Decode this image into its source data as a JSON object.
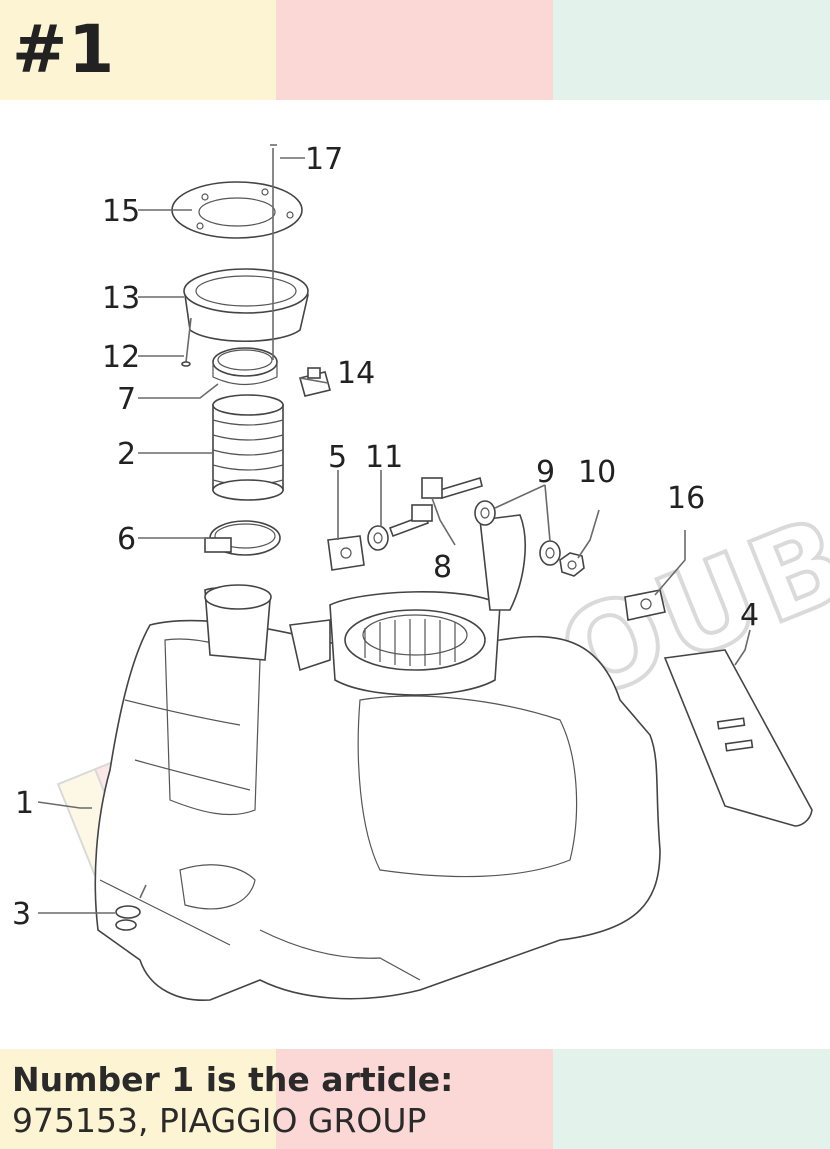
{
  "header": {
    "badge": "#1"
  },
  "watermark": {
    "text": "WINDOUBCIA"
  },
  "callouts": {
    "c1": "1",
    "c2": "2",
    "c3": "3",
    "c4": "4",
    "c5": "5",
    "c6": "6",
    "c7": "7",
    "c8": "8",
    "c9": "9",
    "c10": "10",
    "c11": "11",
    "c12": "12",
    "c13": "13",
    "c14": "14",
    "c15": "15",
    "c16": "16",
    "c17": "17"
  },
  "caption": {
    "title": "Number 1 is the article:",
    "article": "975153, PIAGGIO GROUP"
  },
  "colors": {
    "yellow": "#fdf4d3",
    "pink": "#fbd7d6",
    "mint": "#e3f3eb",
    "text": "#222222"
  }
}
